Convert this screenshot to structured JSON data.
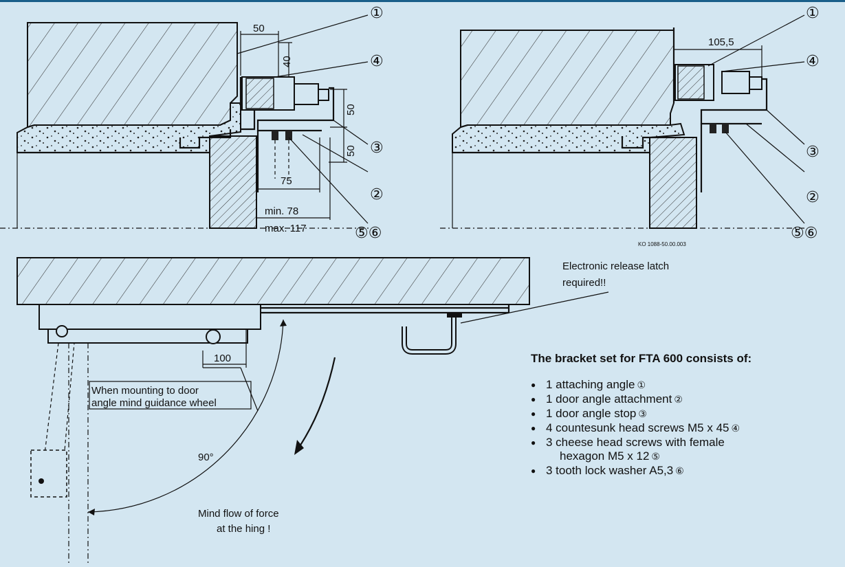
{
  "top_left": {
    "dimensions": {
      "d50": "50",
      "d40": "40",
      "d50b": "50",
      "d50c": "50",
      "d75": "75",
      "min": "min. 78",
      "max": "max. 117"
    },
    "callouts": [
      "①",
      "④",
      "③",
      "②",
      "⑤⑥"
    ]
  },
  "top_right": {
    "dimensions": {
      "d105": "105,5"
    },
    "callouts": [
      "①",
      "④",
      "③",
      "②",
      "⑤⑥"
    ],
    "ref_code": "KO 1088-50.00.003"
  },
  "bottom": {
    "latch_note_line1": "Electronic release latch",
    "latch_note_line2": "required!!",
    "dim100": "100",
    "mounting_note_line1": "When mounting to door",
    "mounting_note_line2": "angle mind guidance wheel",
    "angle": "90°",
    "force_note_line1": "Mind flow of  force",
    "force_note_line2": "at the hing !"
  },
  "bracket_set": {
    "title": "The bracket set for FTA 600 consists of:",
    "items": [
      {
        "text": "1 attaching angle",
        "num": "①"
      },
      {
        "text": "1 door angle attachment",
        "num": "②"
      },
      {
        "text": "1 door angle stop",
        "num": "③"
      },
      {
        "text": "4 countesunk head screws M5 x 45",
        "num": "④"
      },
      {
        "text": "3 cheese head screws with female",
        "num": ""
      },
      {
        "text": "hexagon M5 x 12",
        "num": "⑤"
      },
      {
        "text": "3 tooth lock washer  A5,3",
        "num": "⑥"
      }
    ]
  }
}
